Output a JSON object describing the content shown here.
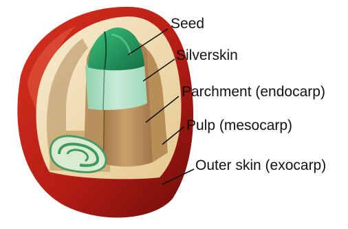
{
  "labels": {
    "seed": "Seed",
    "silverskin": "Silverskin",
    "parchment": "Parchment (endocarp)",
    "pulp": "Pulp (mesocarp)",
    "outer_skin": "Outer skin (exocarp)"
  },
  "colors": {
    "exocarp": "#b51d14",
    "mesocarp": "#f1ddb0",
    "endocarp": "#c79a63",
    "silverskin": "#a9dcc1",
    "seed": "#1f9a5f",
    "leader_line": "#111111"
  }
}
